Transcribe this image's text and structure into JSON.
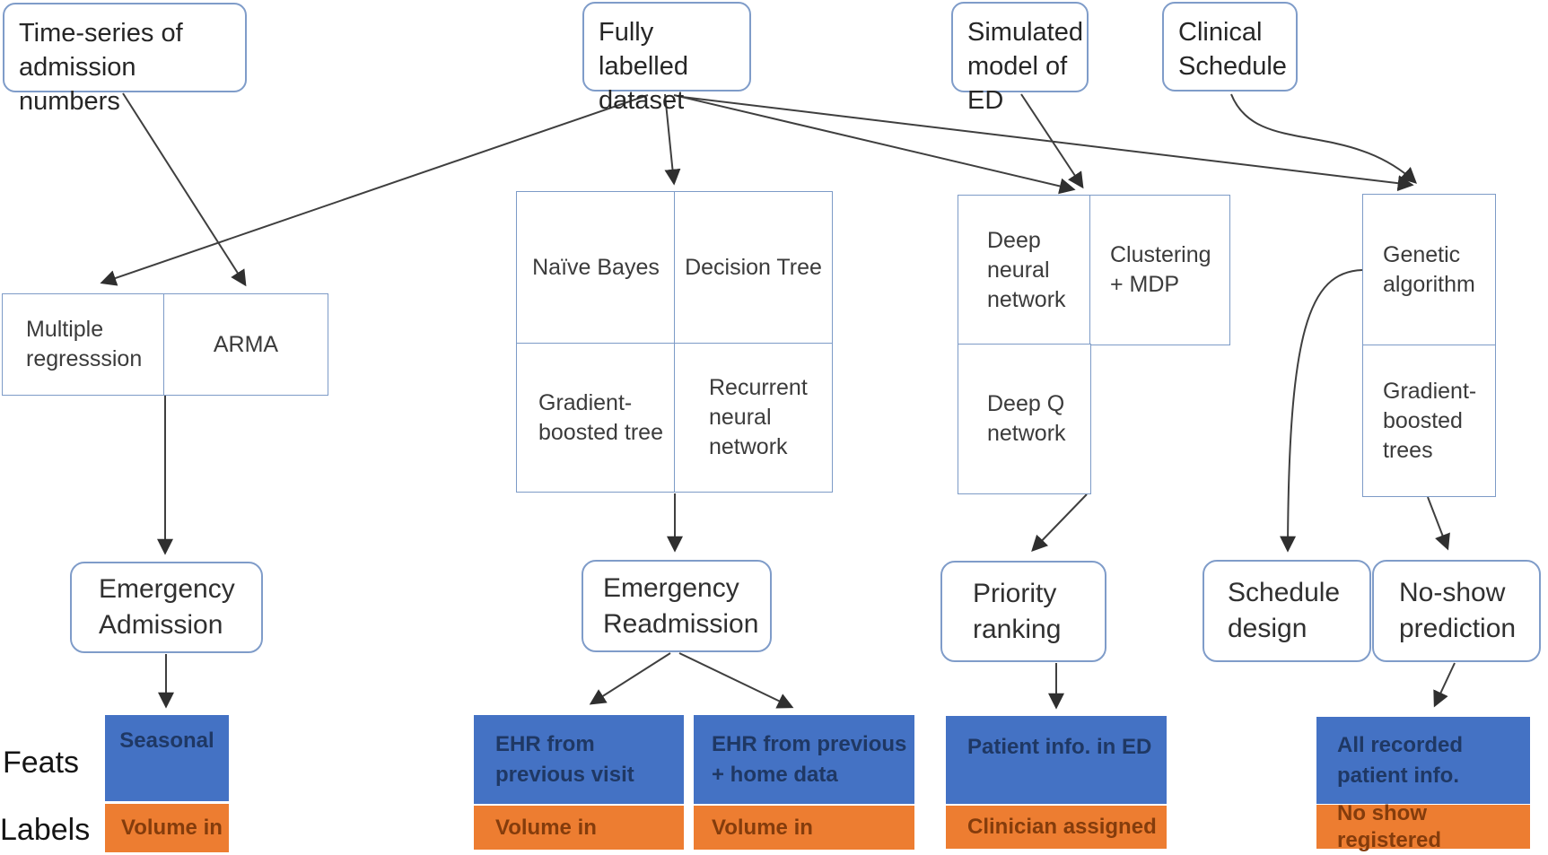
{
  "palette": {
    "feat_fill": "#4472c4",
    "label_fill": "#ed7d31",
    "feat_text": "#1f3864",
    "label_text": "#843c0c",
    "box_border": "#7f9cc9",
    "connector": "#3f3f3f"
  },
  "sources": {
    "timeseries": "Time-series of\nadmission numbers",
    "dataset": "Fully labelled\ndataset",
    "simulated": "Simulated\nmodel of ED",
    "clinical": "Clinical\nSchedule"
  },
  "methods": {
    "multiple_regression": "Multiple\nregresssion",
    "arma": "ARMA",
    "naive_bayes": "Naïve Bayes",
    "decision_tree": "Decision Tree",
    "gradient_boosted_tree": "Gradient-\nboosted tree",
    "recurrent_neural_network": "Recurrent\nneural\nnetwork",
    "deep_neural_network": "Deep\nneural\nnetwork",
    "clustering_mdp": "Clustering\n+ MDP",
    "deep_q_network": "Deep Q\nnetwork",
    "genetic_algorithm": "Genetic\nalgorithm",
    "gradient_boosted_trees": "Gradient-\nboosted\ntrees"
  },
  "tasks": {
    "emergency_admission": "Emergency\nAdmission",
    "emergency_readmission": "Emergency\nReadmission",
    "priority_ranking": "Priority\nranking",
    "schedule_design": "Schedule\ndesign",
    "no_show_prediction": "No-show\nprediction"
  },
  "row_headers": {
    "feats": "Feats",
    "labels": "Labels"
  },
  "datasets": [
    {
      "feats": "Seasonal",
      "labels": "Volume in"
    },
    {
      "feats": "EHR from\nprevious visit",
      "labels": "Volume in"
    },
    {
      "feats": "EHR from previous\n+ home data",
      "labels": "Volume in"
    },
    {
      "feats": "Patient info. in ED",
      "labels": "Clinician assigned"
    },
    {
      "feats": "All recorded\npatient info.",
      "labels": "No show registered"
    }
  ]
}
